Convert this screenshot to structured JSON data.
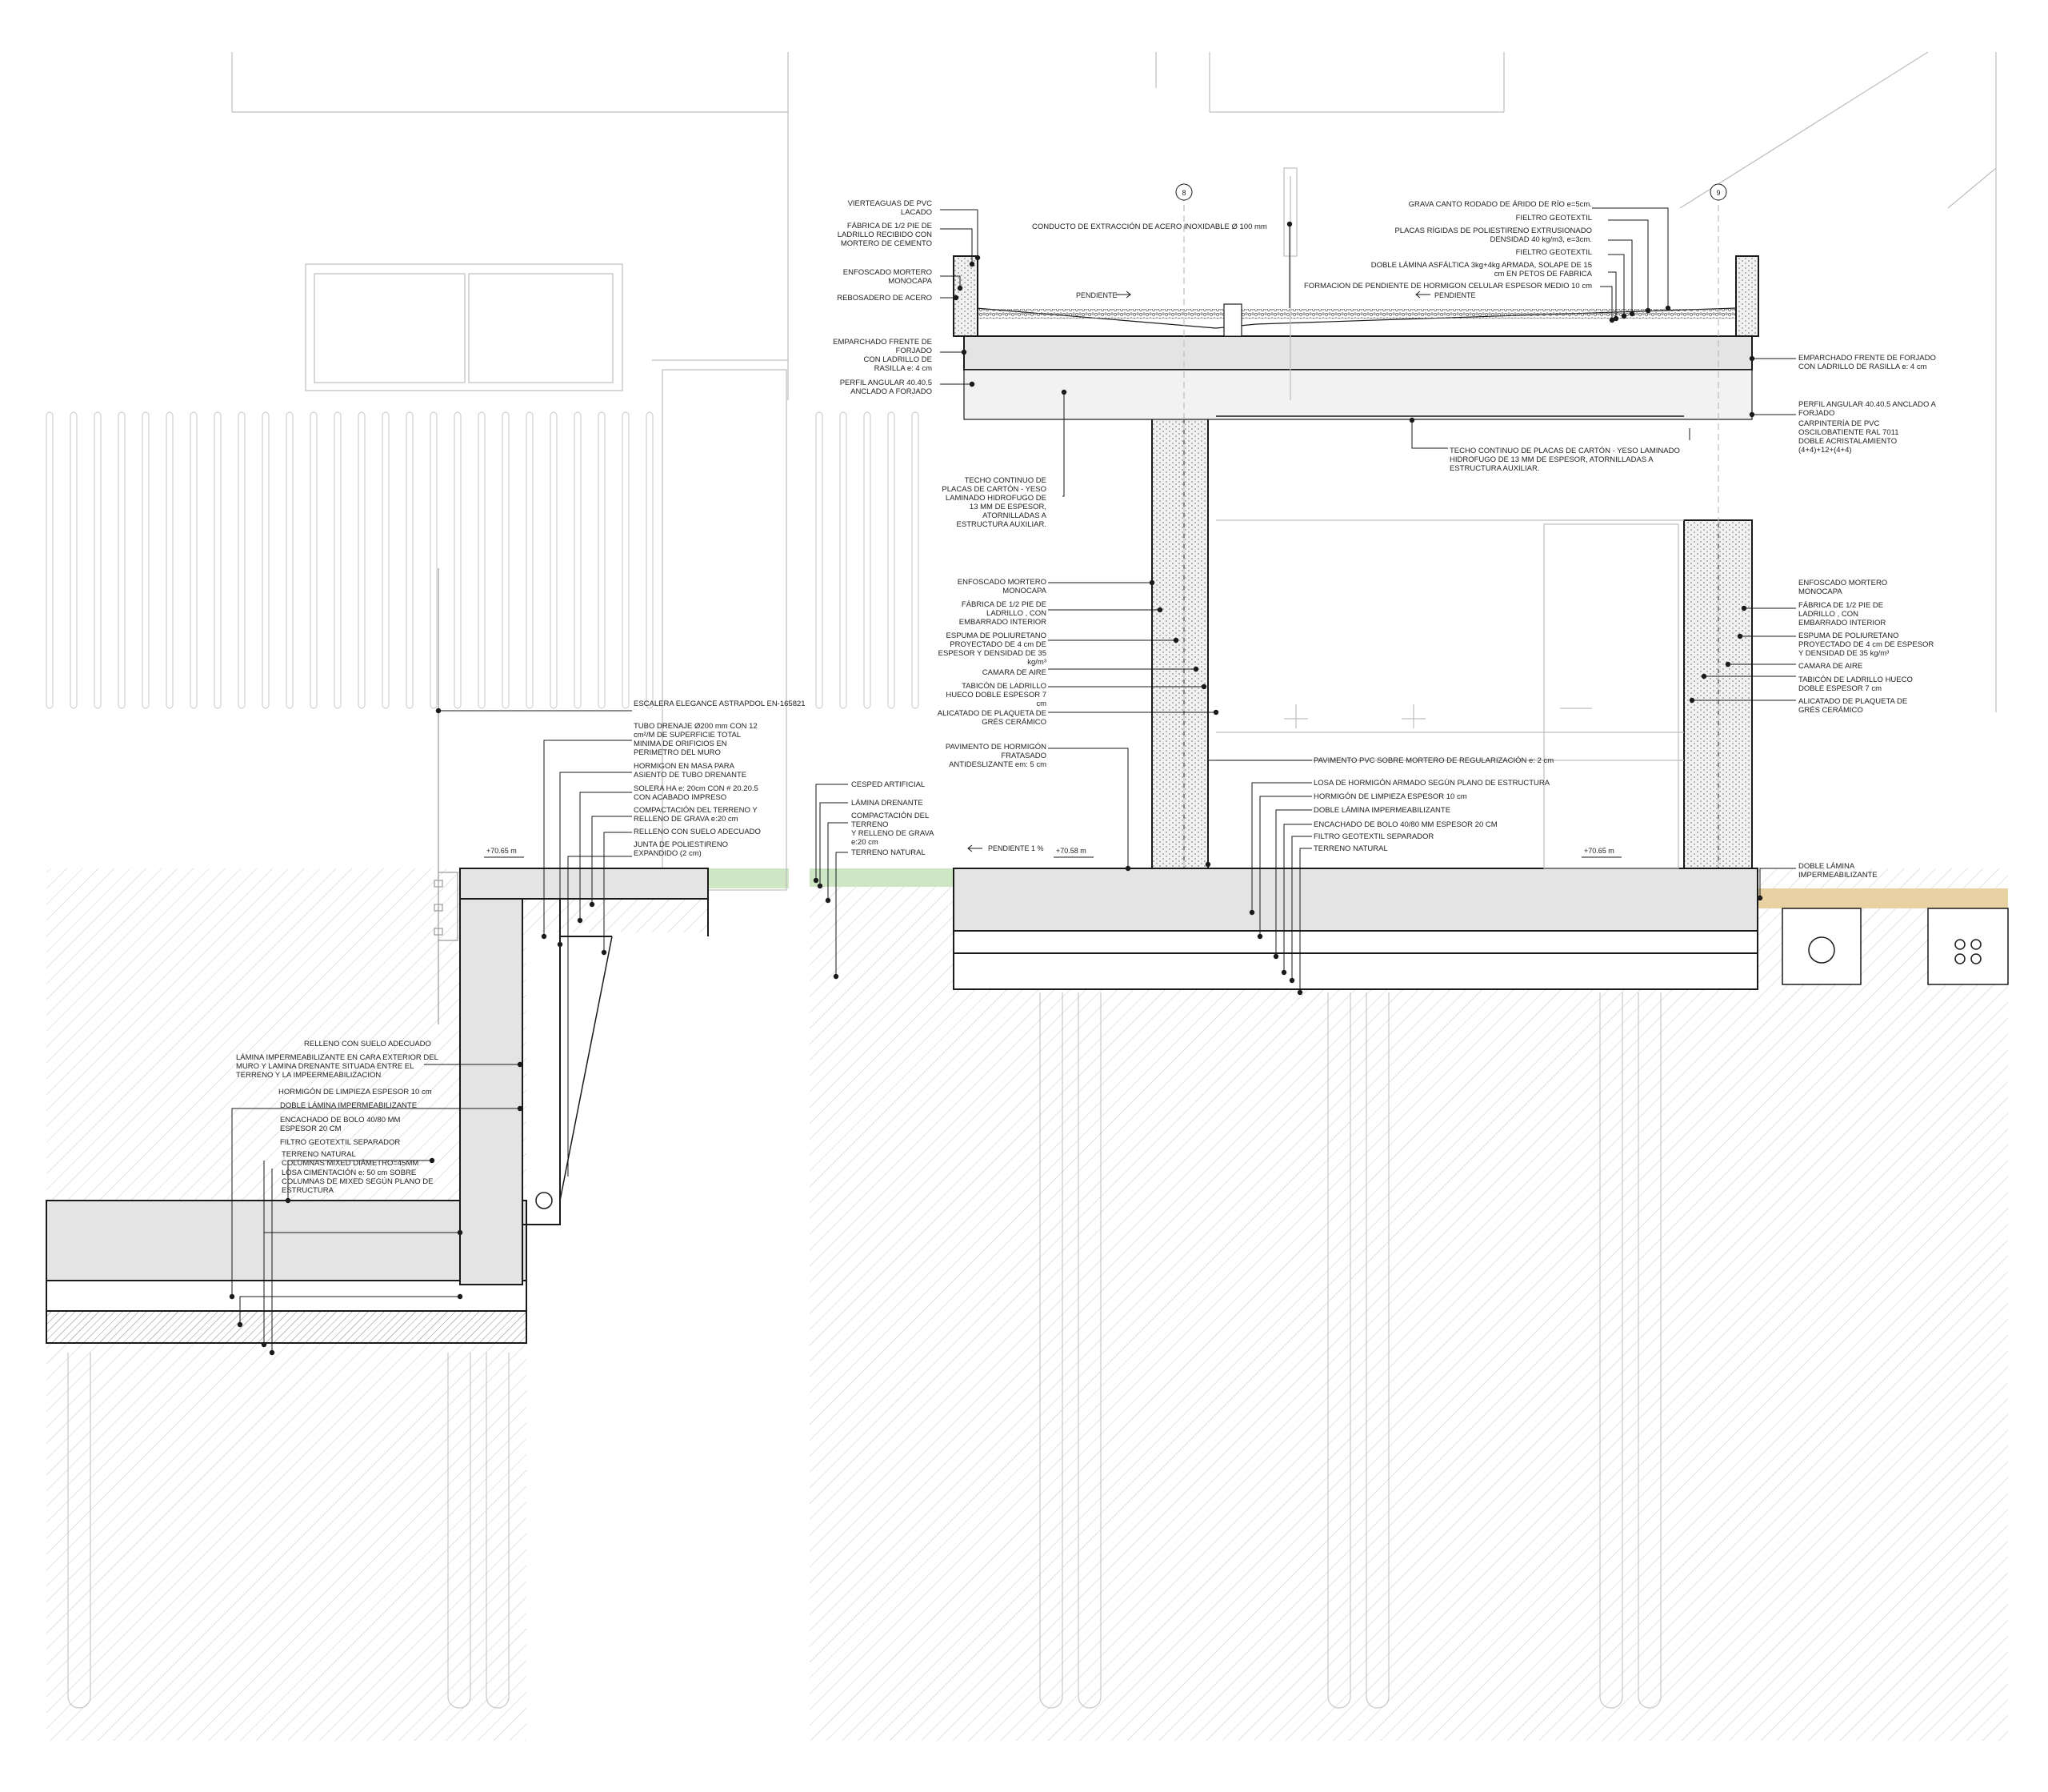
{
  "colors": {
    "line": "#1a1a1a",
    "light_line": "#bdbdbd",
    "hatch": "#c9c9c9",
    "concrete": "#e4e4e4",
    "lawn": "#cfe6c4",
    "sand": "#e8d2a4"
  },
  "grid_axes": {
    "axis_8": "8",
    "axis_9": "9"
  },
  "levels": {
    "left_ground": "+70.65 m",
    "interior": "+70.58 m",
    "right_ground": "+70.65 m"
  },
  "slope": {
    "roof_left": "PENDIENTE",
    "roof_right": "PENDIENTE",
    "floor": "PENDIENTE  1 %"
  },
  "labels_left_section": {
    "stair": "ESCALERA ELEGANCE ASTRAPDOL EN-165821",
    "drain_tube_1": "TUBO DRENAJE Ø200 mm CON 12",
    "drain_tube_2": "cm²/M DE SUPERFICIE TOTAL",
    "drain_tube_3": "MINIMA DE ORIFICIOS EN",
    "drain_tube_4": "PERIMETRO DEL MURO",
    "mass_concrete_1": "HORMIGON EN MASA PARA",
    "mass_concrete_2": "ASIENTO DE TUBO DRENANTE",
    "slab_1": "SOLERA HA e: 20cm CON # 20.20.5",
    "slab_2": "CON ACABADO IMPRESO",
    "compaction_1": "COMPACTACIÓN DEL TERRENO  Y",
    "compaction_2": "RELLENO DE GRAVA e:20 cm",
    "fill": "RELLENO CON SUELO ADECUADO",
    "joint_1": "JUNTA DE POLIESTIRENO",
    "joint_2": "EXPANDIDO (2 cm)",
    "fill_2": "RELLENO CON SUELO ADECUADO",
    "membrane_1": "LÁMINA IMPERMEABILIZANTE EN CARA EXTERIOR DEL",
    "membrane_2": "MURO Y LAMINA DRENANTE SITUADA ENTRE EL",
    "membrane_3": "TERRENO Y LA IMPEERMEABILIZACION",
    "clean_concrete": "HORMIGÓN DE LIMPIEZA ESPESOR 10 cm",
    "double_membrane": "DOBLE LÁMINA IMPERMEABILIZANTE",
    "boulder_1": "ENCACHADO DE BOLO 40/80 MM",
    "boulder_2": "ESPESOR 20 CM",
    "geotextile": "FILTRO GEOTEXTIL SEPARADOR",
    "natural_ground": "TERRENO NATURAL",
    "columns": "COLUMNAS MIXED DIÁMETRO=45MM",
    "foundation_1": "LOSA CIMENTACIÓN e: 50 cm SOBRE",
    "foundation_2": "COLUMNAS DE MIXED SEGÚN PLANO DE",
    "foundation_3": "ESTRUCTURA"
  },
  "labels_roof_left": {
    "sill_1": "VIERTEAGUAS DE PVC",
    "sill_2": "LACADO",
    "brick_1": "FÁBRICA DE 1/2 PIE DE",
    "brick_2": "LADRILLO  RECIBIDO CON",
    "brick_3": "MORTERO DE CEMENTO",
    "render_1": "ENFOSCADO MORTERO",
    "render_2": "MONOCAPA",
    "overflow": "REBOSADERO DE ACERO",
    "cladding_1": "EMPARCHADO FRENTE DE",
    "cladding_2": "FORJADO",
    "cladding_3": "CON LADRILLO DE",
    "cladding_4": "RASILLA e: 4 cm",
    "angle_1": "PERFIL ANGULAR 40.40.5",
    "angle_2": "ANCLADO A FORJADO"
  },
  "labels_roof_top": {
    "duct": "CONDUCTO DE EXTRACCIÓN DE ACERO INOXIDABLE Ø 100 mm",
    "gravel": "GRAVA CANTO RODADO DE ÁRIDO DE RÍO e=5cm.",
    "felt_1": "FIELTRO GEOTEXTIL",
    "insulation_1": "PLACAS RÍGIDAS DE POLIESTIRENO EXTRUSIONADO",
    "insulation_2": "DENSIDAD 40 kg/m3, e=3cm.",
    "felt_2": "FIELTRO GEOTEXTIL",
    "bitumen_1": "DOBLE LÁMINA ASFÁLTICA 3kg+4kg ARMADA, SOLAPE DE 15",
    "bitumen_2": "cm EN PETOS DE FABRICA",
    "slope_concrete": "FORMACION DE PENDIENTE DE HORMIGON CELULAR ESPESOR MEDIO 10 cm"
  },
  "labels_roof_right": {
    "cladding_1": "EMPARCHADO FRENTE DE FORJADO",
    "cladding_2": "CON LADRILLO DE RASILLA e: 4 cm",
    "angle_1": "PERFIL ANGULAR 40.40.5 ANCLADO A",
    "angle_2": "FORJADO",
    "window_1": "CARPINTERÍA DE PVC",
    "window_2": "OSCILOBATIENTE RAL 7011",
    "window_3": "DOBLE ACRISTALAMIENTO",
    "window_4": "(4+4)+12+(4+4)"
  },
  "labels_ceiling": {
    "ceiling_right_1": "TECHO CONTINUO DE PLACAS DE CARTÓN - YESO LAMINADO",
    "ceiling_right_2": "HIDROFUGO DE 13 MM DE ESPESOR, ATORNILLADAS A",
    "ceiling_right_3": "ESTRUCTURA AUXILIAR.",
    "ceiling_left_1": "TECHO CONTINUO DE",
    "ceiling_left_2": "PLACAS DE CARTÓN - YESO",
    "ceiling_left_3": "LAMINADO HIDROFUGO DE",
    "ceiling_left_4": "13 MM DE ESPESOR,",
    "ceiling_left_5": "ATORNILLADAS A",
    "ceiling_left_6": "ESTRUCTURA AUXILIAR."
  },
  "labels_wall_left": {
    "render_1": "ENFOSCADO MORTERO",
    "render_2": "MONOCAPA",
    "brick_1": "FÁBRICA DE 1/2 PIE DE",
    "brick_2": "LADRILLO , CON",
    "brick_3": "EMBARRADO INTERIOR",
    "foam_1": "ESPUMA DE POLIURETANO",
    "foam_2": "PROYECTADO DE 4 cm DE",
    "foam_3": "ESPESOR Y DENSIDAD DE  35",
    "foam_4": "kg/m³",
    "air": "CAMARA DE AIRE",
    "partition_1": "TABICÓN  DE LADRILLO",
    "partition_2": "HUECO DOBLE ESPESOR 7",
    "partition_3": "cm",
    "tiles_1": "ALICATADO DE PLAQUETA DE",
    "tiles_2": "GRÉS CERÁMICO",
    "pavement_1": "PAVIMENTO DE HORMIGÓN",
    "pavement_2": "FRATASADO",
    "pavement_3": "ANTIDESLIZANTE em: 5 cm"
  },
  "labels_wall_right": {
    "render_1": "ENFOSCADO MORTERO",
    "render_2": "MONOCAPA",
    "brick_1": "FÁBRICA DE 1/2 PIE DE",
    "brick_2": "LADRILLO , CON",
    "brick_3": "EMBARRADO INTERIOR",
    "foam_1": "ESPUMA DE POLIURETANO",
    "foam_2": "PROYECTADO DE 4 cm DE ESPESOR",
    "foam_3": "Y DENSIDAD DE  35 kg/m³",
    "air": "CAMARA DE AIRE",
    "partition_1": "TABICÓN  DE  LADRILLO HUECO",
    "partition_2": "DOBLE ESPESOR 7 cm",
    "tiles_1": "ALICATADO DE PLAQUETA DE",
    "tiles_2": "GRÉS CERÁMICO"
  },
  "labels_floor": {
    "pvc": "PAVIMENTO PVC SOBRE MORTERO DE REGULARIZACIÓN e: 2 cm",
    "slab": "LOSA DE HORMIGÓN ARMADO SEGÚN PLANO DE ESTRUCTURA",
    "clean": "HORMIGÓN DE LIMPIEZA ESPESOR 10 cm",
    "membrane": "DOBLE LÁMINA IMPERMEABILIZANTE",
    "boulder": "ENCACHADO DE BOLO 40/80 MM ESPESOR 20 CM",
    "geotextile": "FILTRO GEOTEXTIL SEPARADOR",
    "natural": "TERRENO NATURAL"
  },
  "labels_garden": {
    "lawn": "CESPED ARTIFICIAL",
    "drain_sheet": "LÁMINA DRENANTE",
    "compaction_1": "COMPACTACIÓN DEL",
    "compaction_2": "TERRENO",
    "compaction_3": "Y RELLENO DE GRAVA",
    "compaction_4": "e:20 cm",
    "natural": "TERRENO NATURAL"
  },
  "labels_outside_right": {
    "membrane_1": "DOBLE LÁMINA",
    "membrane_2": "IMPERMEABILIZANTE"
  }
}
